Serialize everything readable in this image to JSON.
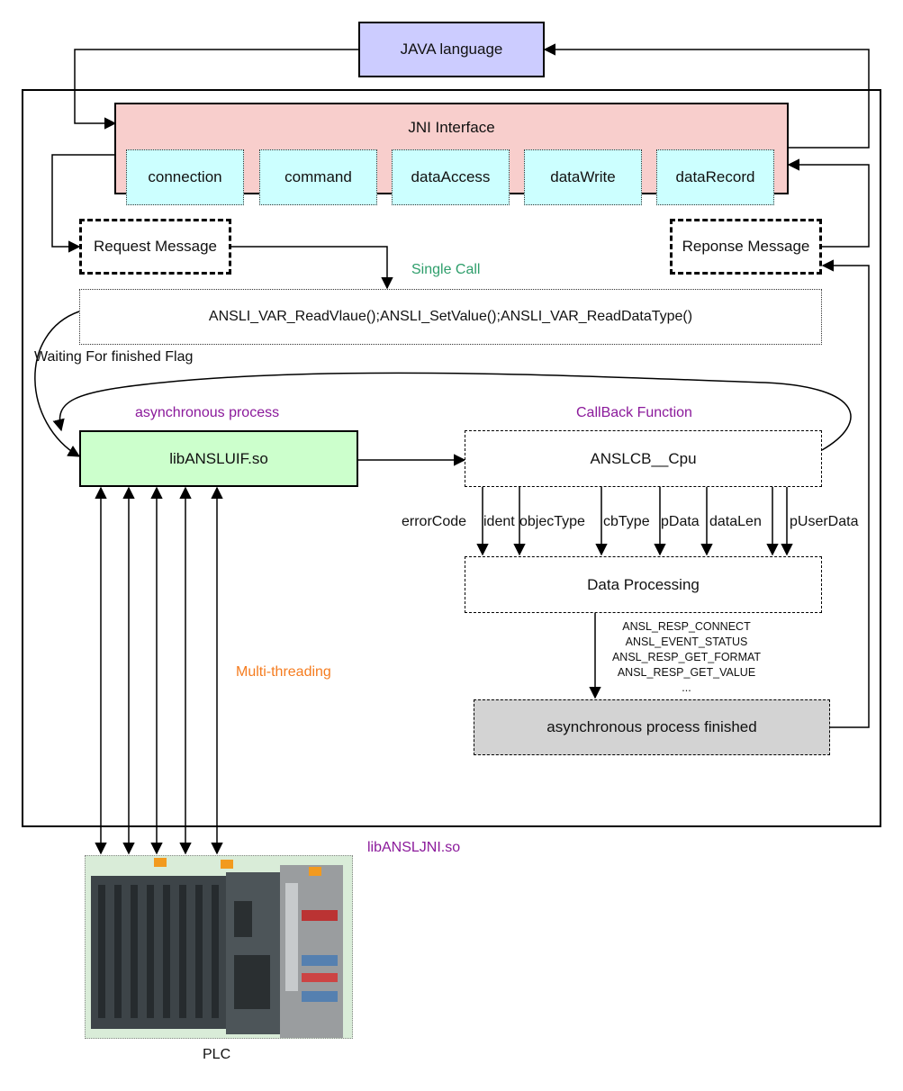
{
  "java": "JAVA language",
  "jni": {
    "title": "JNI Interface",
    "modules": [
      "connection",
      "command",
      "dataAccess",
      "dataWrite",
      "dataRecord"
    ]
  },
  "request_message": "Request Message",
  "response_message": "Reponse Message",
  "single_call": "Single Call",
  "functions": "ANSLI_VAR_ReadVlaue();ANSLI_SetValue();ANSLI_VAR_ReadDataType()",
  "waiting_flag": "Waiting For finished Flag",
  "async_label": "asynchronous process",
  "callback_label": "CallBack Function",
  "lib_uif": "libANSLUIF.so",
  "callback_cpu": "ANSLCB__Cpu",
  "params": [
    "errorCode",
    "ident",
    "objecType",
    "cbType",
    "pData",
    "dataLen",
    "pUserData"
  ],
  "data_processing": "Data Processing",
  "responses": [
    "ANSL_RESP_CONNECT",
    "ANSL_EVENT_STATUS",
    "ANSL_RESP_GET_FORMAT",
    "ANSL_RESP_GET_VALUE",
    "..."
  ],
  "async_finished": "asynchronous process finished",
  "multithreading": "Multi-threading",
  "lib_jni": "libANSLJNI.so",
  "plc": "PLC",
  "colors": {
    "java_fill": "#ccccff",
    "jni_fill": "#f8cecc",
    "module_fill": "#ccffff",
    "lib_fill": "#ccffcc",
    "finished_fill": "#d3d3d3",
    "purple_label": "#8b1a9b",
    "green_label": "#2e9e6b",
    "orange_label": "#f57c1f"
  }
}
